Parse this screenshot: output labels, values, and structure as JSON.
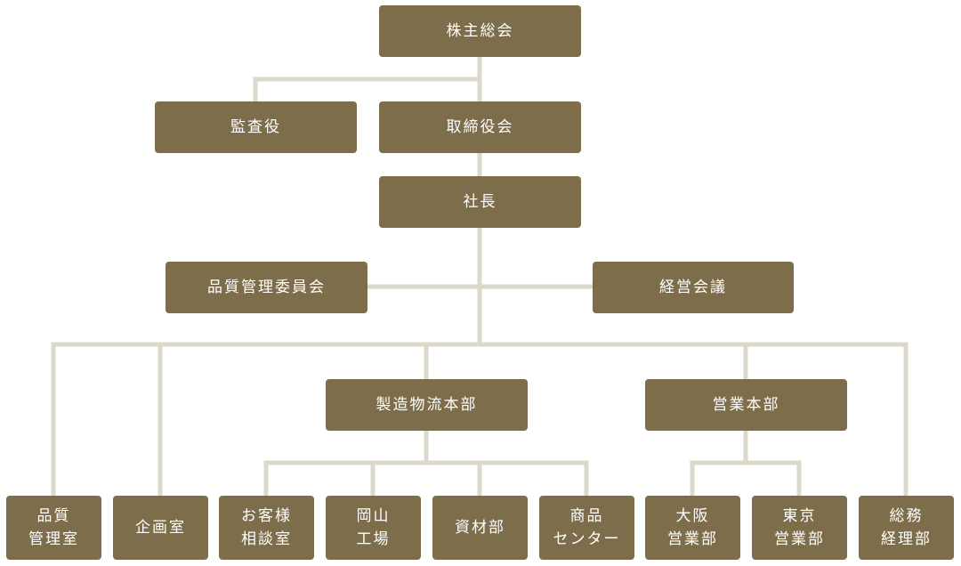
{
  "colors": {
    "box_fill": "#7d6d4b",
    "box_text": "#ffffff",
    "connector": "#ddd9ca",
    "background": "#ffffff"
  },
  "nodes": {
    "shareholders": "株主総会",
    "auditor": "監査役",
    "board": "取締役会",
    "president": "社長",
    "quality_committee": "品質管理委員会",
    "management_meeting": "経営会議",
    "manufacturing_hq": "製造物流本部",
    "sales_hq": "営業本部",
    "quality_control": "品質\n管理室",
    "planning": "企画室",
    "customer_consult": "お客様\n相談室",
    "okayama_factory": "岡山\n工場",
    "materials": "資材部",
    "product_center": "商品\nセンター",
    "osaka_sales": "大阪\n営業部",
    "tokyo_sales": "東京\n営業部",
    "general_accounting": "総務\n経理部"
  }
}
